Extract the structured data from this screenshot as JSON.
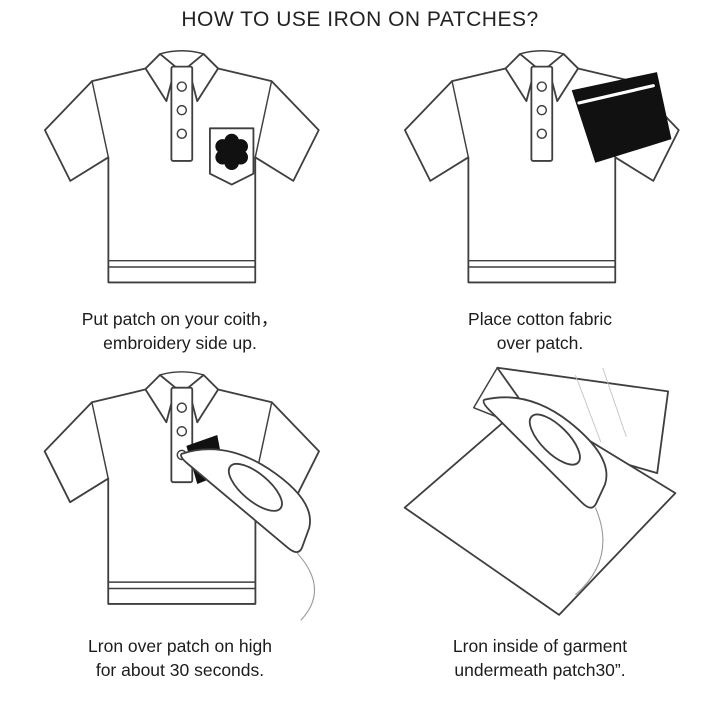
{
  "title": "HOW TO USE IRON ON PATCHES?",
  "panels": [
    {
      "id": "step-1",
      "illustration": "polo-shirt-with-patch",
      "line1": "Put patch on your coith，",
      "line2": "embroidery side up."
    },
    {
      "id": "step-2",
      "illustration": "polo-shirt-with-cotton-fabric",
      "line1": "Place cotton fabric",
      "line2": "over patch."
    },
    {
      "id": "step-3",
      "illustration": "polo-shirt-with-iron",
      "line1": "Lron over patch on high",
      "line2": "for about 30 seconds."
    },
    {
      "id": "step-4",
      "illustration": "inside-out-garment-with-iron",
      "line1": "Lron inside of garment",
      "line2": "undermeath patch30”."
    }
  ],
  "colors": {
    "line": "#3f3f3f",
    "patch": "#111111",
    "text": "#1c1c1c"
  }
}
